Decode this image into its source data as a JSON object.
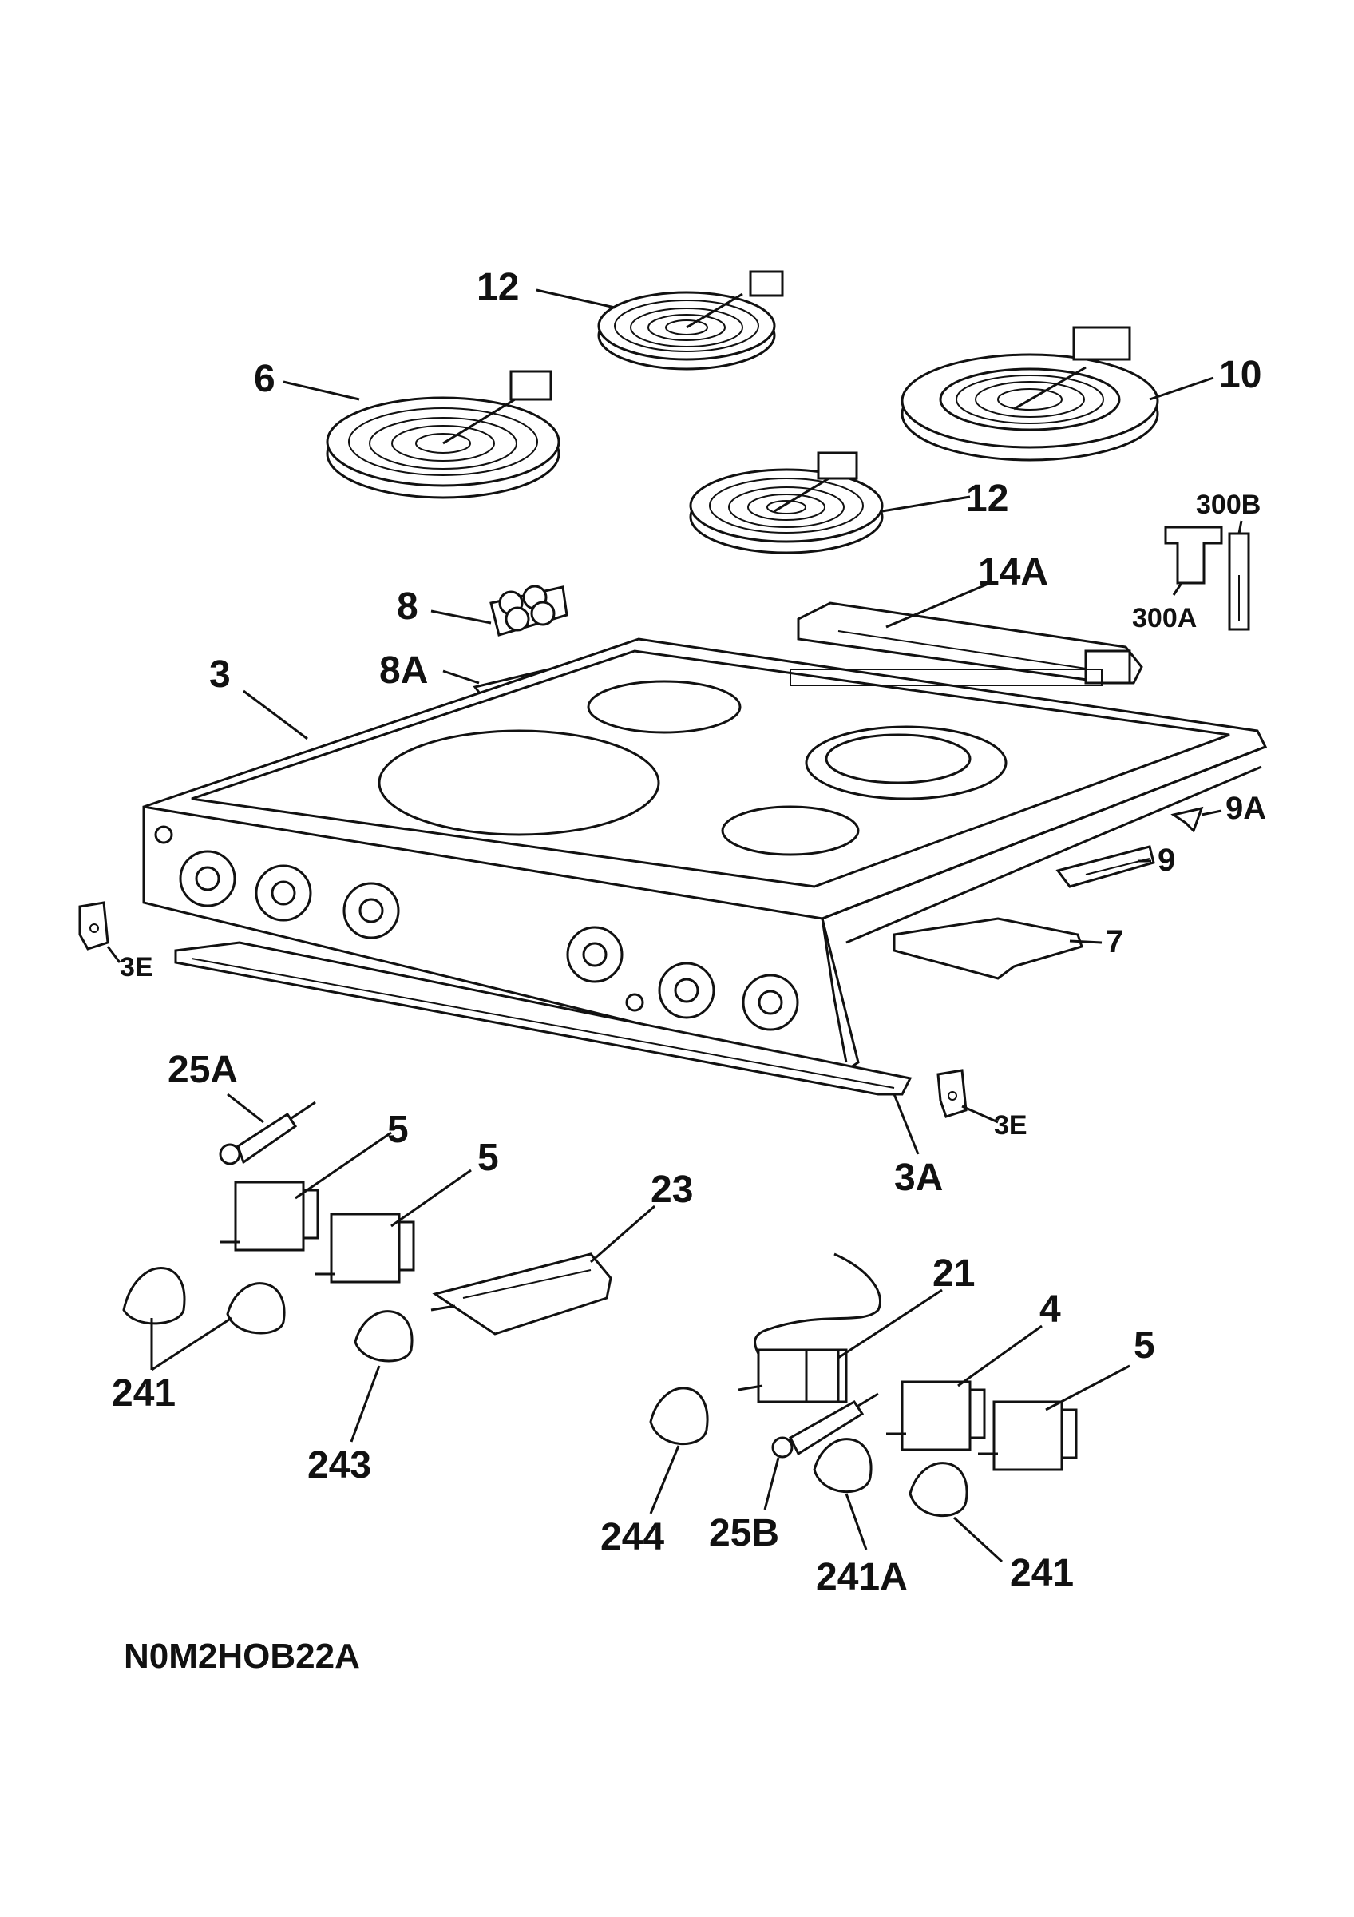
{
  "diagram": {
    "code": "N0M2HOB22A",
    "labels": {
      "l12a": "12",
      "l6": "6",
      "l10": "10",
      "l12b": "12",
      "l300b": "300B",
      "l300a": "300A",
      "l14a": "14A",
      "l8": "8",
      "l8a": "8A",
      "l3": "3",
      "l9a": "9A",
      "l9": "9",
      "l7": "7",
      "l3e_left": "3E",
      "l3e_right": "3E",
      "l3a": "3A",
      "l25a": "25A",
      "l5a": "5",
      "l5b": "5",
      "l23": "23",
      "l21": "21",
      "l4": "4",
      "l5c": "5",
      "l241a": "241",
      "l243": "243",
      "l244": "244",
      "l25b": "25B",
      "l241A": "241A",
      "l241b": "241"
    }
  }
}
